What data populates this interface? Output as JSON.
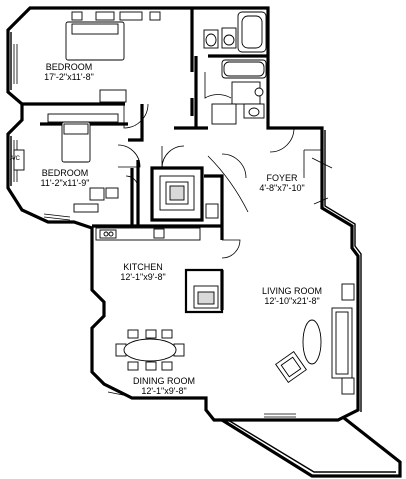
{
  "rooms": {
    "bedroom_master": {
      "name": "BEDROOM",
      "dims": "17'-2\"x11'-8\""
    },
    "bedroom_second": {
      "name": "BEDROOM",
      "dims": "11'-2\"x11'-9\""
    },
    "foyer": {
      "name": "FOYER",
      "dims": "4'-8\"x7'-10\""
    },
    "kitchen": {
      "name": "KITCHEN",
      "dims": "12'-1\"x9'-8\""
    },
    "living_room": {
      "name": "LIVING ROOM",
      "dims": "12'-10\"x21'-8\""
    },
    "dining_room": {
      "name": "DINING ROOM",
      "dims": "12'-1\"x9'-8\""
    }
  },
  "fixtures": {
    "ac_label": "A/C"
  }
}
